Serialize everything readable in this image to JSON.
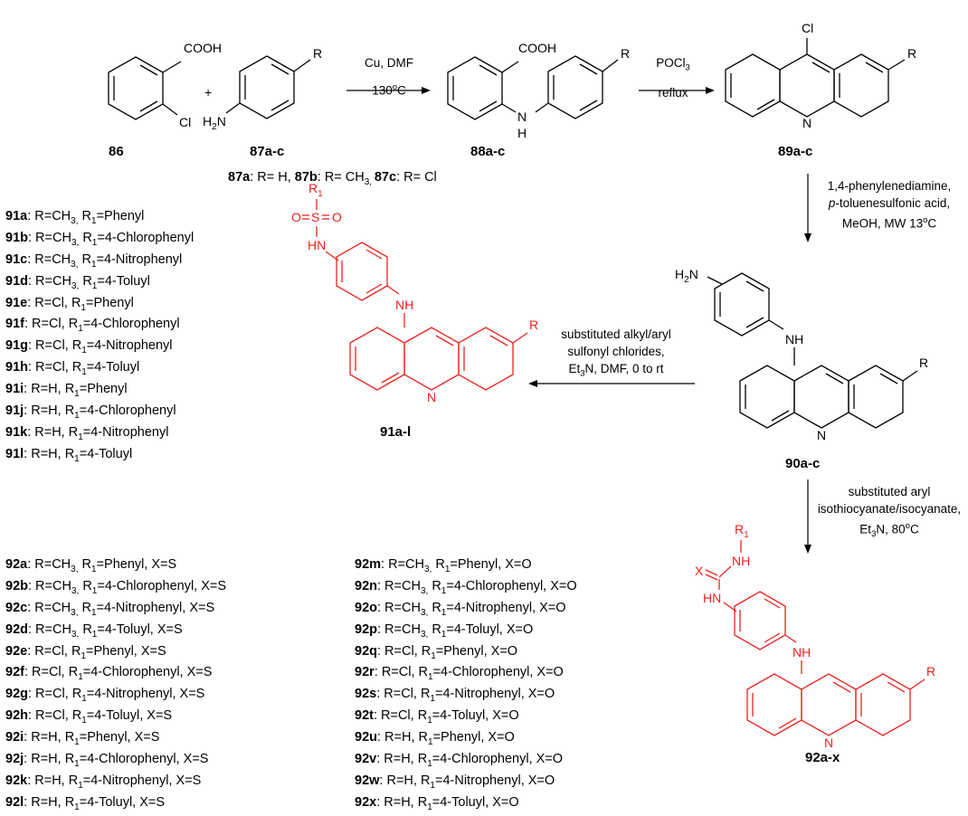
{
  "compounds": {
    "c86": "86",
    "c87": "87a-c",
    "c88": "88a-c",
    "c89": "89a-c",
    "c90": "90a-c",
    "c91": "91a-l",
    "c92": "92a-x"
  },
  "atoms": {
    "cooh": "COOH",
    "cl": "Cl",
    "h2n": "H2N",
    "r": "R",
    "nh": "NH",
    "n": "N",
    "h": "H",
    "plus": "+",
    "r1": "R1",
    "o": "O",
    "s": "S",
    "hn": "HN",
    "x": "X"
  },
  "conditions": {
    "step1": [
      "Cu, DMF",
      "130°C"
    ],
    "step2": [
      "POCl3",
      "reflux"
    ],
    "step3": [
      "1,4-phenylenediamine,",
      "p-toluenesulfonic acid,",
      "MeOH, MW 13°C"
    ],
    "step4": [
      "substituted alkyl/aryl",
      "sulfonyl chlorides,",
      "Et3N, DMF, 0 to rt"
    ],
    "step5": [
      "substituted aryl",
      "isothiocyanate/isocyanate,",
      "Et3N, 80°C"
    ]
  },
  "substituents87": [
    {
      "id": "87a",
      "text": ": R= H, "
    },
    {
      "id": "87b",
      "text": ": R= CH3, "
    },
    {
      "id": "87c",
      "text": ": R= Cl"
    }
  ],
  "list91": [
    {
      "id": "91a",
      "r": "R=CH3",
      "r1": "R1=Phenyl"
    },
    {
      "id": "91b",
      "r": "R=CH3",
      "r1": "R1=4-Chlorophenyl"
    },
    {
      "id": "91c",
      "r": "R=CH3",
      "r1": "R1=4-Nitrophenyl"
    },
    {
      "id": "91d",
      "r": "R=CH3",
      "r1": "R1=4-Toluyl"
    },
    {
      "id": "91e",
      "r": "R=Cl",
      "r1": "R1=Phenyl"
    },
    {
      "id": "91f",
      "r": "R=Cl",
      "r1": "R1=4-Chlorophenyl"
    },
    {
      "id": "91g",
      "r": "R=Cl",
      "r1": "R1=4-Nitrophenyl"
    },
    {
      "id": "91h",
      "r": "R=Cl",
      "r1": "R1=4-Toluyl"
    },
    {
      "id": "91i",
      "r": "R=H",
      "r1": "R1=Phenyl"
    },
    {
      "id": "91j",
      "r": "R=H",
      "r1": "R1=4-Chlorophenyl"
    },
    {
      "id": "91k",
      "r": "R=H",
      "r1": "R1=4-Nitrophenyl"
    },
    {
      "id": "91l",
      "r": "R=H",
      "r1": "R1=4-Toluyl"
    }
  ],
  "list92s": [
    {
      "id": "92a",
      "r": "R=CH3",
      "r1": "R1=Phenyl",
      "x": "X=S"
    },
    {
      "id": "92b",
      "r": "R=CH3",
      "r1": "R1=4-Chlorophenyl",
      "x": "X=S"
    },
    {
      "id": "92c",
      "r": "R=CH3",
      "r1": "R1=4-Nitrophenyl",
      "x": "X=S"
    },
    {
      "id": "92d",
      "r": "R=CH3",
      "r1": "R1=4-Toluyl",
      "x": "X=S"
    },
    {
      "id": "92e",
      "r": "R=Cl",
      "r1": "R1=Phenyl",
      "x": "X=S"
    },
    {
      "id": "92f",
      "r": "R=Cl",
      "r1": "R1=4-Chlorophenyl",
      "x": "X=S"
    },
    {
      "id": "92g",
      "r": "R=Cl",
      "r1": "R1=4-Nitrophenyl",
      "x": "X=S"
    },
    {
      "id": "92h",
      "r": "R=Cl",
      "r1": "R1=4-Toluyl",
      "x": "X=S"
    },
    {
      "id": "92i",
      "r": "R=H",
      "r1": "R1=Phenyl",
      "x": "X=S"
    },
    {
      "id": "92j",
      "r": "R=H",
      "r1": "R1=4-Chlorophenyl",
      "x": "X=S"
    },
    {
      "id": "92k",
      "r": "R=H",
      "r1": "R1=4-Nitrophenyl",
      "x": "X=S"
    },
    {
      "id": "92l",
      "r": "R=H",
      "r1": "R1=4-Toluyl",
      "x": "X=S"
    }
  ],
  "list92o": [
    {
      "id": "92m",
      "r": "R=CH3",
      "r1": "R1=Phenyl",
      "x": "X=O"
    },
    {
      "id": "92n",
      "r": "R=CH3",
      "r1": "R1=4-Chlorophenyl",
      "x": "X=O"
    },
    {
      "id": "92o",
      "r": "R=CH3",
      "r1": "R1=4-Nitrophenyl",
      "x": "X=O"
    },
    {
      "id": "92p",
      "r": "R=CH3",
      "r1": "R1=4-Toluyl",
      "x": "X=O"
    },
    {
      "id": "92q",
      "r": "R=Cl",
      "r1": "R1=Phenyl",
      "x": "X=O"
    },
    {
      "id": "92r",
      "r": "R=Cl",
      "r1": "R1=4-Chlorophenyl",
      "x": "X=O"
    },
    {
      "id": "92s",
      "r": "R=Cl",
      "r1": "R1=4-Nitrophenyl",
      "x": "X=O"
    },
    {
      "id": "92t",
      "r": "R=Cl",
      "r1": "R1=4-Toluyl",
      "x": "X=O"
    },
    {
      "id": "92u",
      "r": "R=H",
      "r1": "R1=Phenyl",
      "x": "X=O"
    },
    {
      "id": "92v",
      "r": "R=H",
      "r1": "R1=4-Chlorophenyl",
      "x": "X=O"
    },
    {
      "id": "92w",
      "r": "R=H",
      "r1": "R1=4-Nitrophenyl",
      "x": "X=O"
    },
    {
      "id": "92x",
      "r": "R=H",
      "r1": "R1=4-Toluyl",
      "x": "X=O"
    }
  ]
}
